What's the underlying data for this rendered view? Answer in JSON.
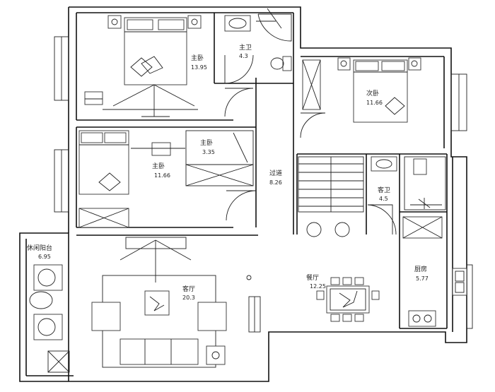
{
  "rooms": {
    "master_bedroom": {
      "name": "主卧",
      "area": "13.95"
    },
    "master_bath": {
      "name": "主卫",
      "area": "4.3"
    },
    "second_bedroom": {
      "name": "次卧",
      "area": "11.66"
    },
    "master_study": {
      "name": "主卧",
      "area": "11.66"
    },
    "master_closet": {
      "name": "主卧",
      "area": "3.35"
    },
    "hallway": {
      "name": "过道",
      "area": "8.26"
    },
    "guest_bath": {
      "name": "客卫",
      "area": "4.5"
    },
    "balcony": {
      "name": "休闲阳台",
      "area": "6.95"
    },
    "living_room": {
      "name": "客厅",
      "area": "20.3"
    },
    "dining_room": {
      "name": "餐厅",
      "area": "12.25"
    },
    "kitchen": {
      "name": "厨房",
      "area": "5.77"
    }
  }
}
